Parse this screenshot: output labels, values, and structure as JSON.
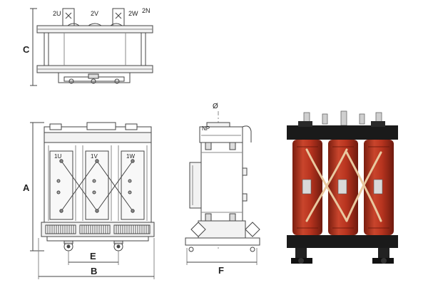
{
  "top_view": {
    "terminal_labels": [
      "2U",
      "2V",
      "2W",
      "2N"
    ],
    "dimension_label": "C"
  },
  "front_view": {
    "coil_labels": [
      "1U",
      "1V",
      "1W"
    ],
    "dimension_labels": {
      "height": "A",
      "width": "B",
      "wheel_gauge": "E"
    }
  },
  "side_view": {
    "symbol": "Ø",
    "np_label": "NP",
    "dimension_label": "F"
  },
  "photo": {
    "description_icon": "transformer-photo"
  },
  "colors": {
    "line": "#444444",
    "light_line": "#888888",
    "fill": "#f2f2f2",
    "coil_red": "#b8341f",
    "coil_dark": "#7a1e10",
    "frame_black": "#1a1a1a",
    "cable_tan": "#e9c9a0"
  }
}
